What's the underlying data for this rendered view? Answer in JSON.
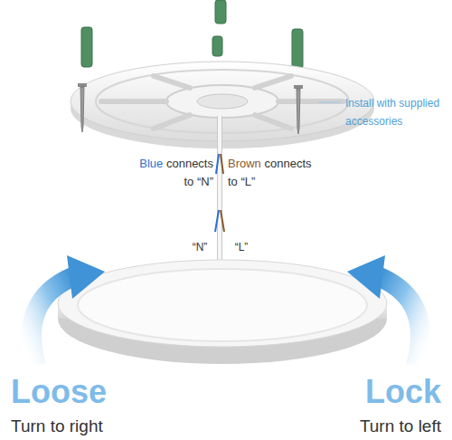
{
  "diagram": {
    "labels": [
      "Install with supplied accessories",
      "Blue",
      "connects to “N”",
      "Brown",
      "connects to “L”",
      "“N”",
      "“L”",
      "Loose",
      "Turn to right",
      "Lock",
      "Turn to left"
    ]
  }
}
